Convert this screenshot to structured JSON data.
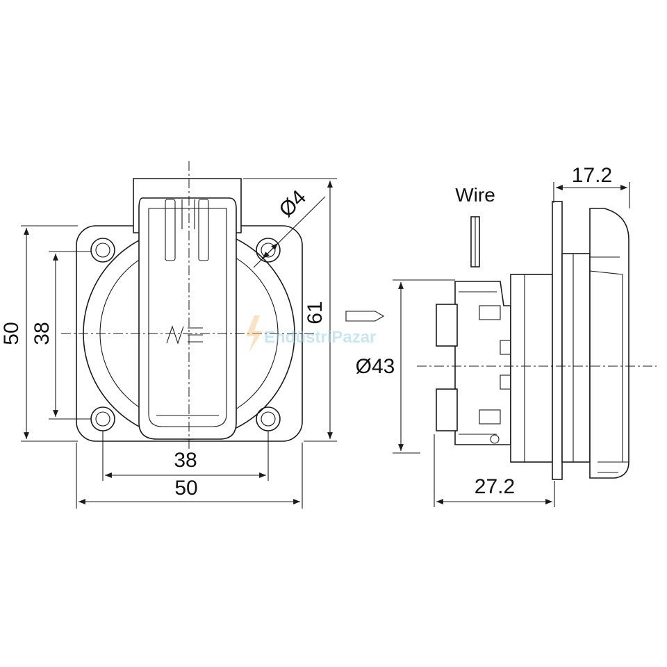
{
  "dimensions": {
    "front_height_outer": "50",
    "front_height_holes": "38",
    "front_width_holes": "38",
    "front_width_outer": "50",
    "front_overall_height": "61",
    "hole_diameter": "Ø4",
    "body_diameter": "Ø43",
    "side_depth_total": "27.2",
    "side_depth_cover": "17.2"
  },
  "labels": {
    "wire": "Wire"
  },
  "watermark": {
    "text": "EndüstriPazar"
  },
  "colors": {
    "line": "#1a1a1a",
    "background": "#ffffff",
    "watermark": "#9fd3e6"
  }
}
